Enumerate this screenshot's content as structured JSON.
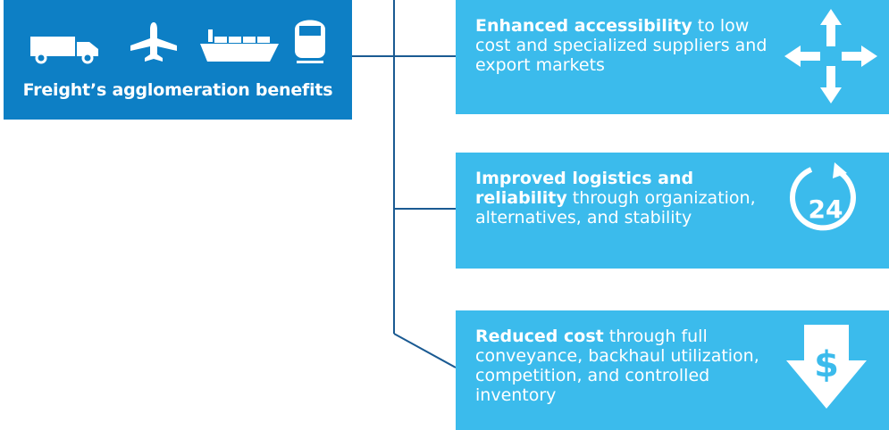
{
  "hub": {
    "title": "Freight’s agglomeration benefits",
    "icons": [
      "truck-icon",
      "airplane-icon",
      "cargo-ship-icon",
      "train-icon"
    ]
  },
  "benefits": [
    {
      "bold": "Enhanced accessibility",
      "rest": " to low cost and specialized suppliers and export markets",
      "icon": "four-arrows-icon"
    },
    {
      "bold": "Improved logistics and reliability",
      "rest": " through organization, alternatives, and stability",
      "icon": "24-hour-clock-icon",
      "icon_text": "24"
    },
    {
      "bold": "Reduced cost",
      "rest": " through full conveyance, backhaul utilization, competition, and controlled inventory",
      "icon": "dollar-down-arrow-icon",
      "icon_text": "$"
    }
  ],
  "colors": {
    "hub": "#0d7fc5",
    "benefit": "#3bbbec",
    "connector": "#1a5a92"
  }
}
